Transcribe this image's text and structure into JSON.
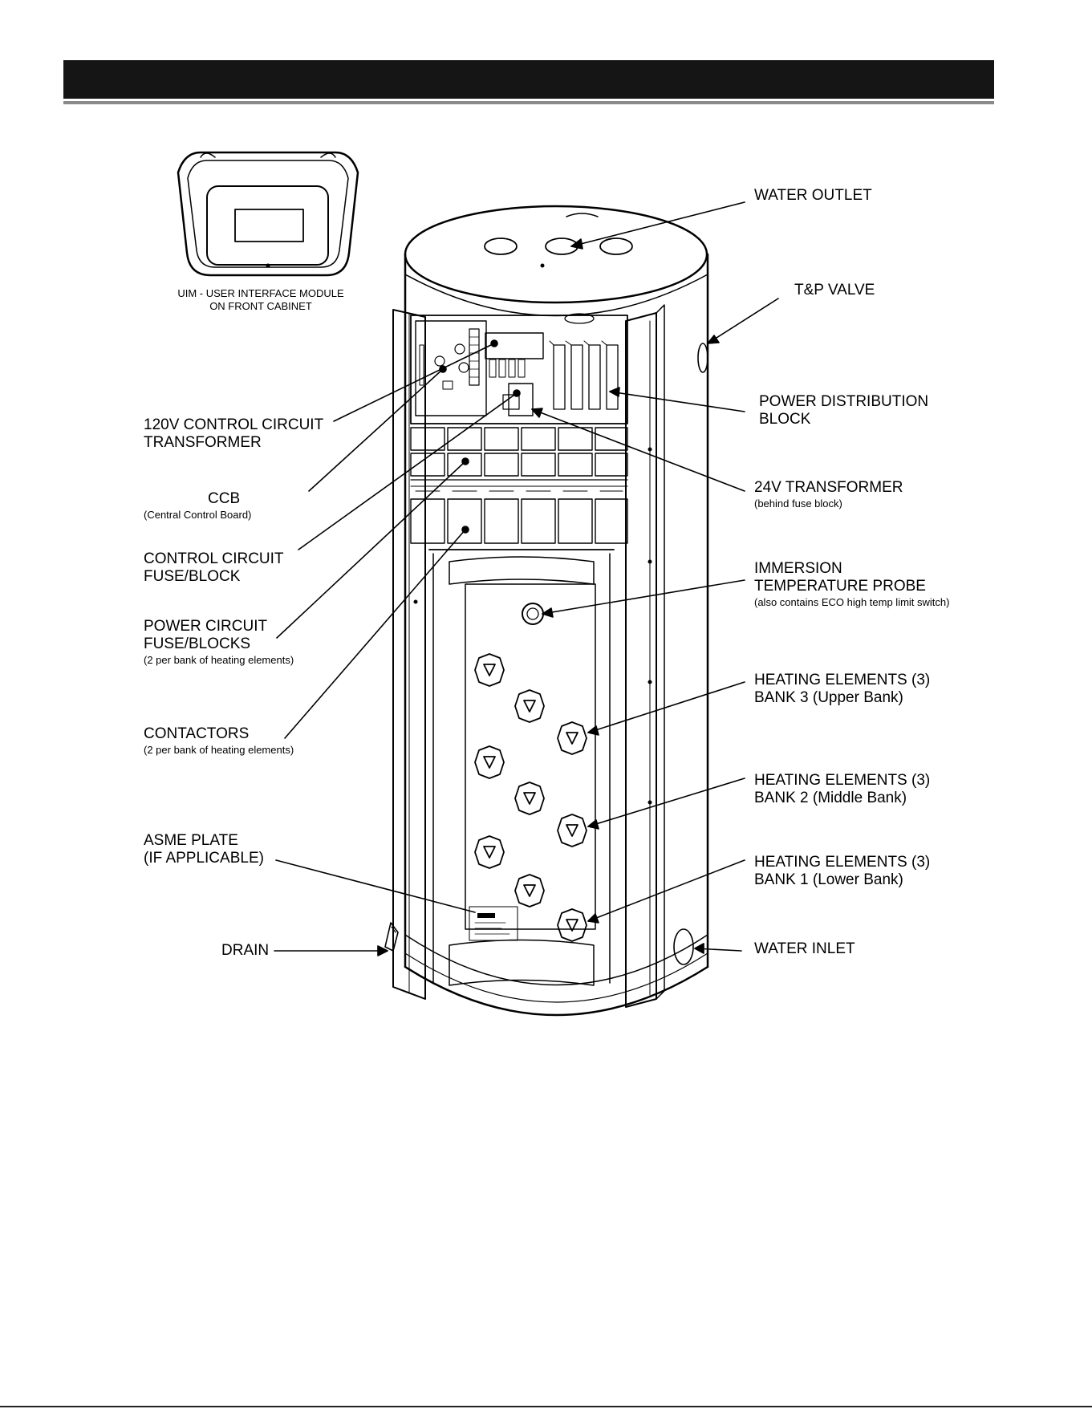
{
  "uim_caption": {
    "line1": "UIM - USER INTERFACE MODULE",
    "line2": "ON FRONT CABINET"
  },
  "labels": {
    "water_outlet": {
      "line1": "WATER OUTLET"
    },
    "tp_valve": {
      "line1": "T&P VALVE"
    },
    "power_distribution_block": {
      "line1": "POWER DISTRIBUTION",
      "line2": "BLOCK"
    },
    "transformer_120v": {
      "line1": "120V CONTROL CIRCUIT",
      "line2": "TRANSFORMER"
    },
    "ccb": {
      "line1": "CCB",
      "sub": "(Central Control Board)"
    },
    "transformer_24v": {
      "line1": "24V TRANSFORMER",
      "sub": "(behind fuse block)"
    },
    "control_fuse_block": {
      "line1": "CONTROL CIRCUIT",
      "line2": "FUSE/BLOCK"
    },
    "immersion_probe": {
      "line1": "IMMERSION",
      "line2": "TEMPERATURE PROBE",
      "sub": "(also contains ECO high temp limit switch)"
    },
    "power_fuse_blocks": {
      "line1": "POWER CIRCUIT",
      "line2": "FUSE/BLOCKS",
      "sub": "(2 per bank of heating elements)"
    },
    "heating_bank_3": {
      "line1": "HEATING ELEMENTS (3)",
      "line2": "BANK 3  (Upper Bank)"
    },
    "contactors": {
      "line1": "CONTACTORS",
      "sub": "(2 per bank of heating elements)"
    },
    "heating_bank_2": {
      "line1": "HEATING ELEMENTS (3)",
      "line2": "BANK 2  (Middle Bank)"
    },
    "asme_plate": {
      "line1": "ASME PLATE",
      "line2": "(IF APPLICABLE)"
    },
    "heating_bank_1": {
      "line1": "HEATING ELEMENTS (3)",
      "line2": "BANK 1  (Lower Bank)"
    },
    "drain": {
      "line1": "DRAIN"
    },
    "water_inlet": {
      "line1": "WATER INLET"
    }
  }
}
